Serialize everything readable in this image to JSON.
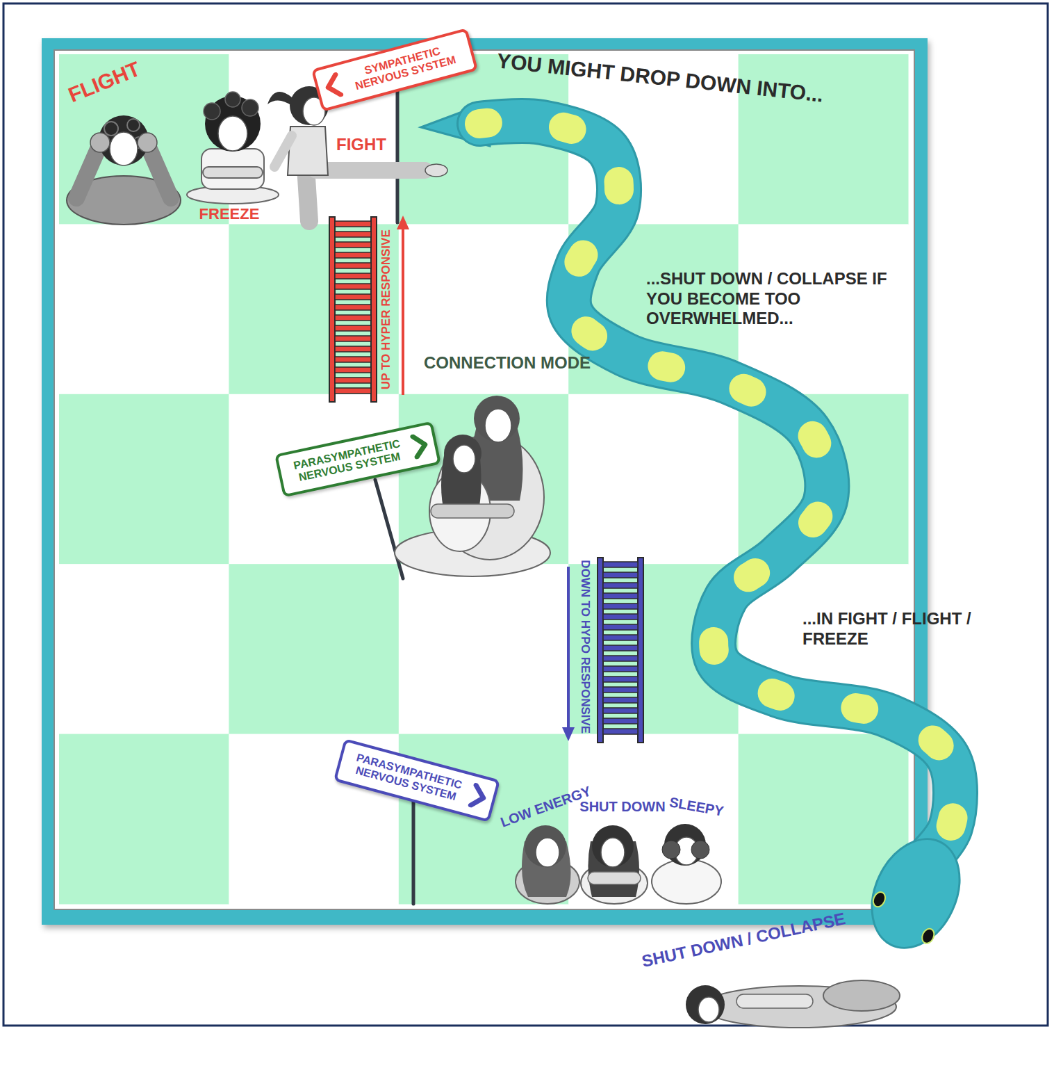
{
  "diagram": {
    "nodes": [
      {
        "text": [
          "SYMPATHETIC NERVOUS SYSTEM"
        ]
      },
      {
        "text": [
          "PARASYMPATHETIC NERVOUS SYSTEM"
        ]
      },
      {
        "text": [
          "PARASYMPATHETIC NERVOUS SYSTEM"
        ]
      }
    ],
    "labels": [
      "FLIGHT",
      "FREEZE",
      "FIGHT",
      "YOU MIGHT DROP DOWN INTO...",
      "UP TO HYPER RESPONSIVE",
      "...SHUT DOWN / COLLAPSE IF YOU BECOME TOO OVERWHELMED...",
      "CONNECTION MODE",
      "DOWN TO HYPO RESPONSIVE",
      "...IN FIGHT / FLIGHT / FREEZE",
      "LOW ENERGY",
      "SHUT DOWN",
      "SLEEPY",
      "SHUT DOWN / COLLAPSE"
    ]
  }
}
